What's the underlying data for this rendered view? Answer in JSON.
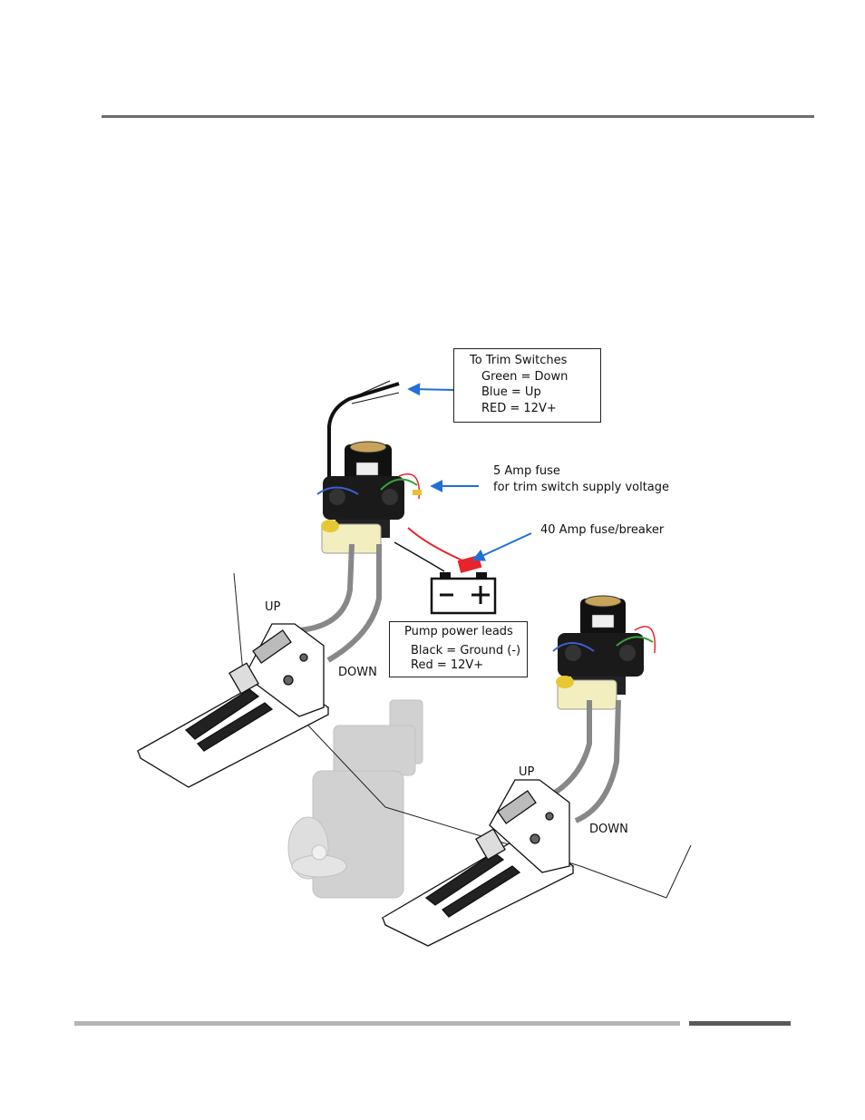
{
  "trim_box": {
    "title": "To Trim Switches",
    "lines": [
      "Green = Down",
      "Blue = Up",
      "RED = 12V+"
    ]
  },
  "fuse5": {
    "line1": "5 Amp fuse",
    "line2": "for trim switch supply voltage"
  },
  "fuse40": "40 Amp fuse/breaker",
  "battery": {
    "minus": "−",
    "plus": "+"
  },
  "pump_box": {
    "title": "Pump power leads",
    "lines": [
      "Black = Ground (-)",
      "Red = 12V+"
    ]
  },
  "left_unit": {
    "up": "UP",
    "down": "DOWN"
  },
  "right_unit": {
    "up": "UP",
    "down": "DOWN"
  },
  "colors": {
    "arrow": "#1f6fd6",
    "fuse": "#e8242b",
    "rule_dark": "#5a5a5a",
    "rule_light": "#b5b5b5"
  }
}
